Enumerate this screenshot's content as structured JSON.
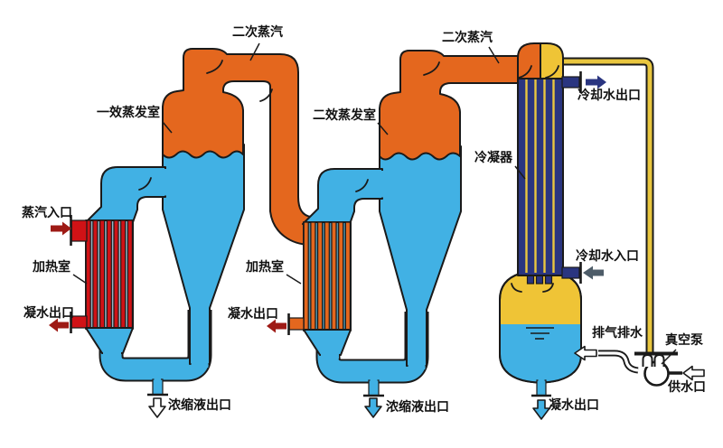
{
  "colors": {
    "bg": "#ffffff",
    "orange": "#e4671e",
    "blue": "#41b1e4",
    "red": "#d01216",
    "navy": "#2a3580",
    "yellow": "#efc436",
    "yellow_pipe": "#e9c63f",
    "tube_gap_1": "#97b5c6",
    "tube_gap_2": "#4e8fa6",
    "arrow_dark_red": "#9e1a15",
    "arrow_slate": "#4d5c68",
    "outline": "#1a1a1a"
  },
  "diagram": {
    "type": "process-flow-diagram",
    "subject": "double-effect evaporation system with condenser and vacuum pump",
    "labels": {
      "secondary_steam_1": "二次蒸汽",
      "secondary_steam_2": "二次蒸汽",
      "evaporator_1": "一效蒸发室",
      "evaporator_2": "二效蒸发室",
      "steam_inlet": "蒸汽入口",
      "heating_room_1": "加热室",
      "heating_room_2": "加热室",
      "condensate_outlet_1": "凝水出口",
      "condensate_outlet_2": "凝水出口",
      "condensate_outlet_3": "凝水出口",
      "concentrate_outlet_1": "浓缩液出口",
      "concentrate_outlet_2": "浓缩液出口",
      "condenser": "冷凝器",
      "cooling_water_outlet": "冷却水出口",
      "cooling_water_inlet": "冷却水入口",
      "exhaust_drain": "排气排水",
      "vacuum_pump": "真空泵",
      "water_supply": "供水口"
    }
  }
}
